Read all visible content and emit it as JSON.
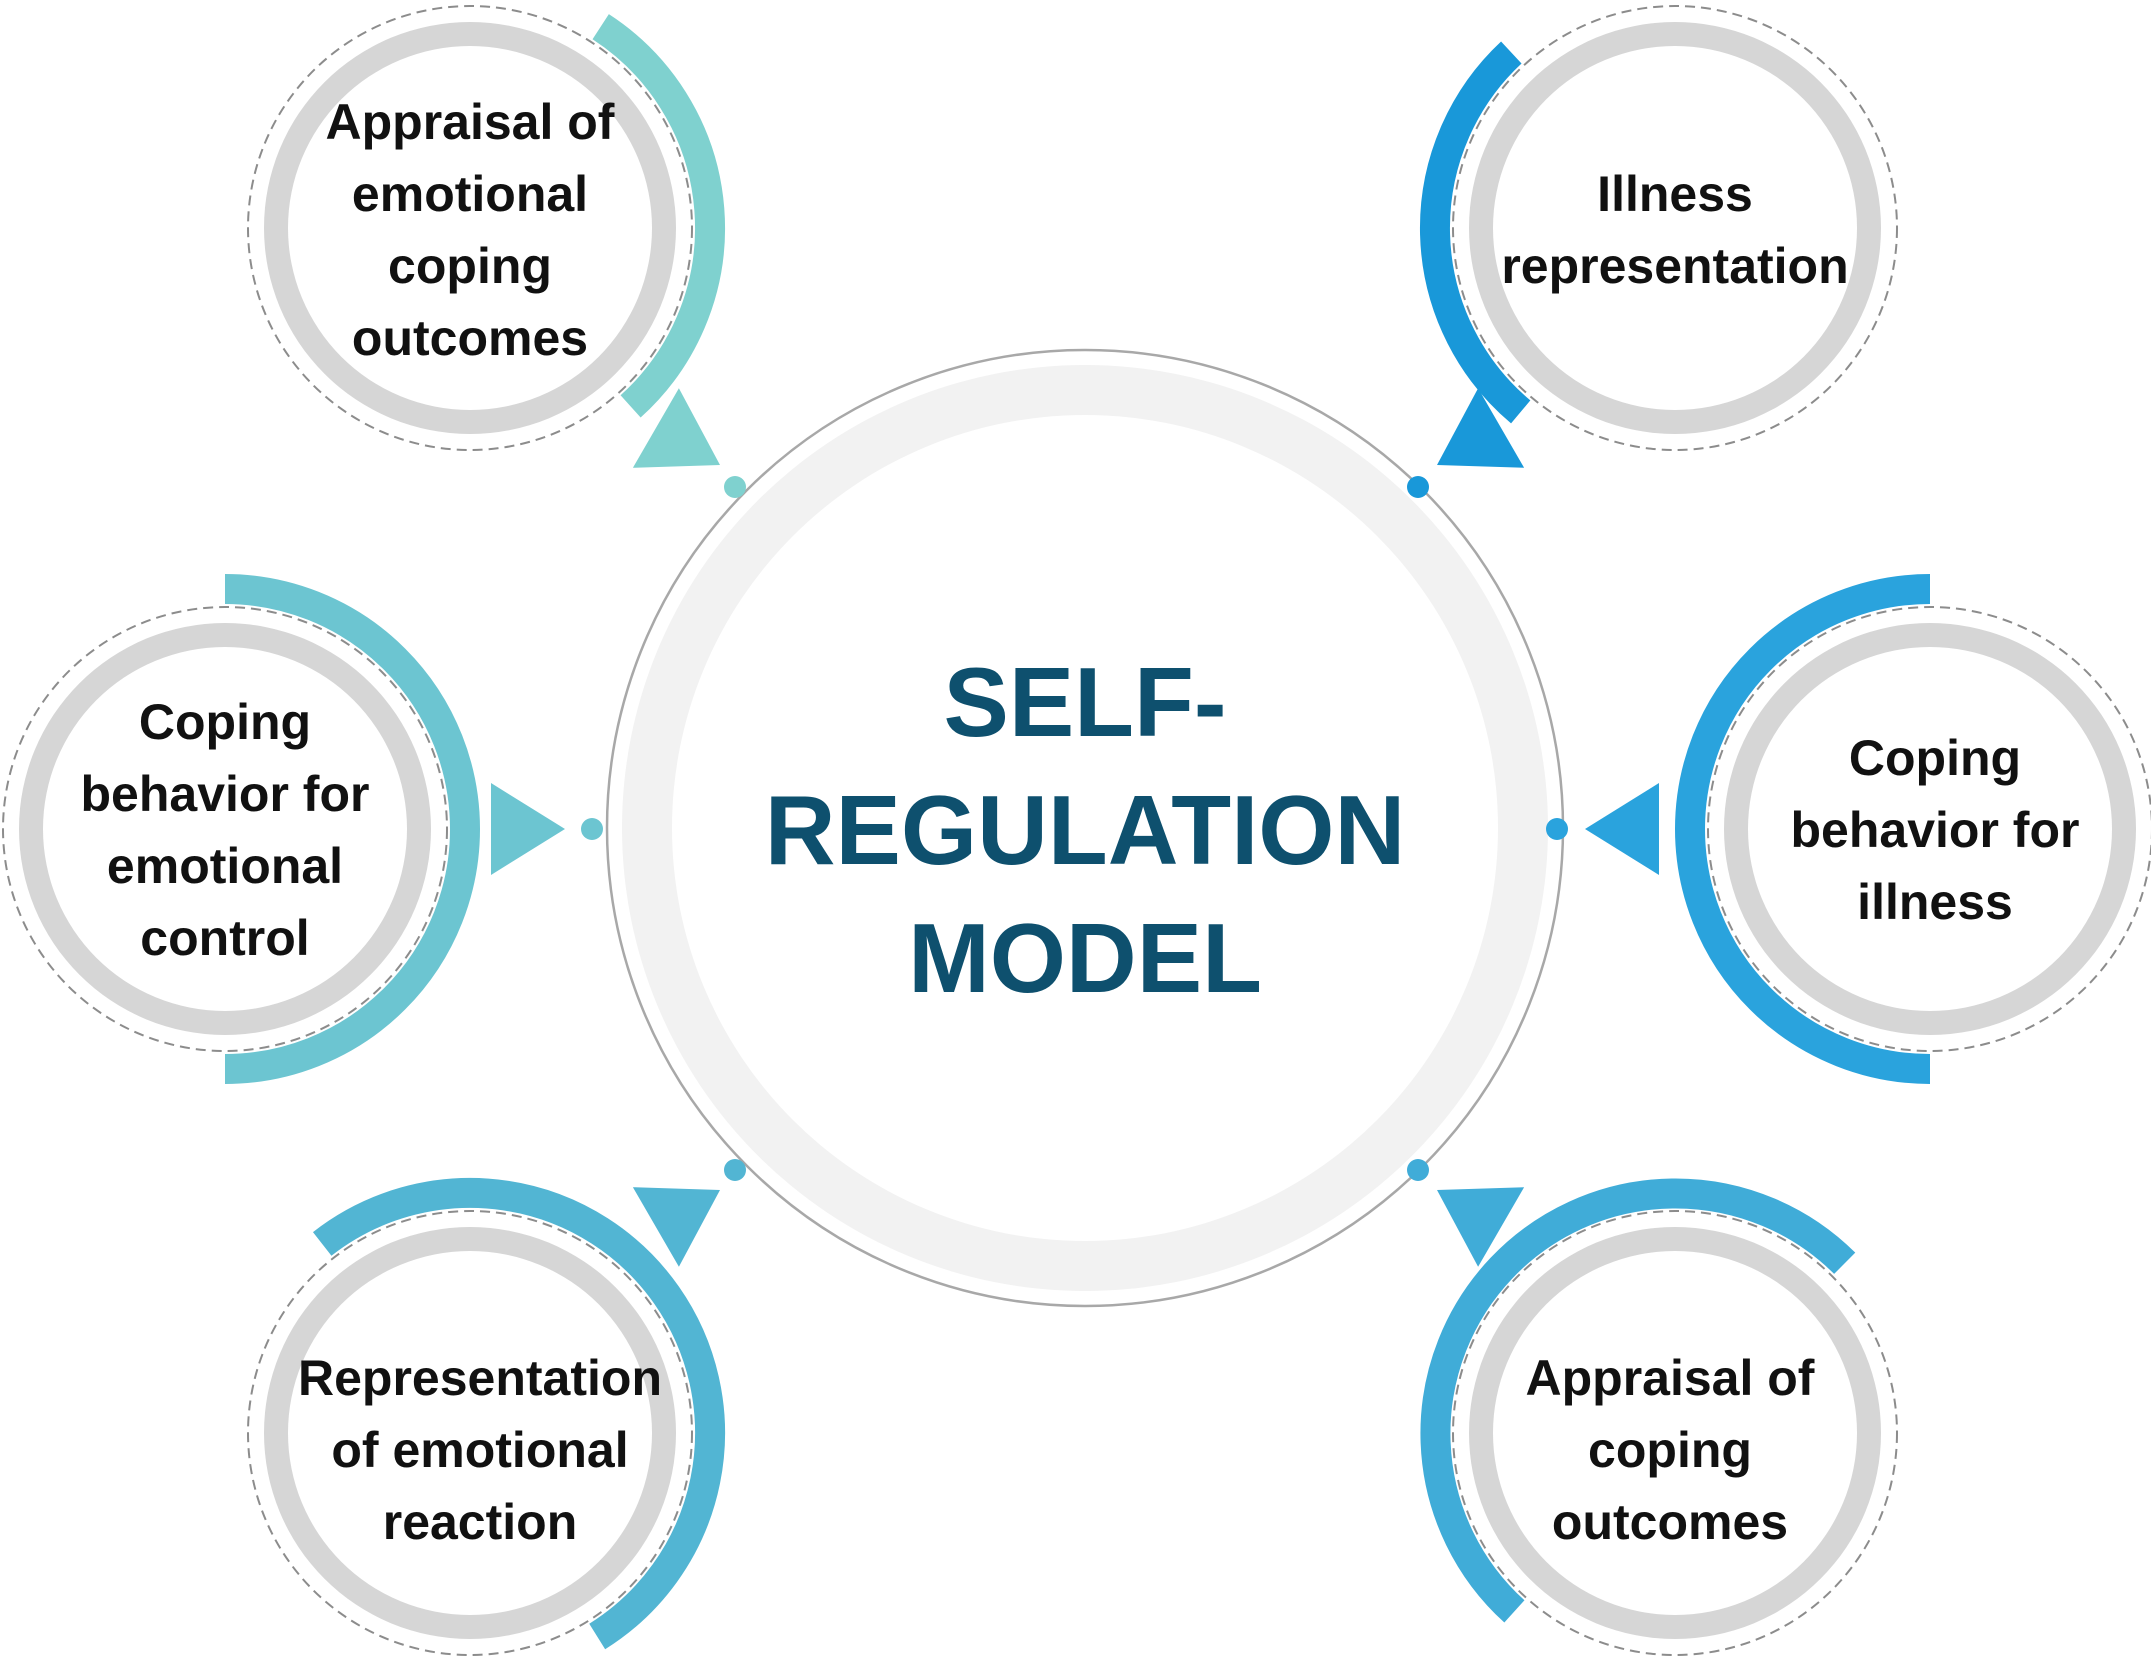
{
  "center": {
    "label": "SELF-\nREGULATION\nMODEL",
    "text_color": "#0e506e"
  },
  "nodes": [
    {
      "id": "appraisal-emotional",
      "label": "Appraisal of\nemotional\ncoping\noutcomes",
      "color": "#7fd1cf",
      "icon": "arrow-right"
    },
    {
      "id": "illness-representation",
      "label": "Illness\nrepresentation",
      "color": "#1998d9",
      "icon": "arrow-left"
    },
    {
      "id": "coping-emotional-control",
      "label": "Coping\nbehavior for\nemotional\ncontrol",
      "color": "#6cc5d1",
      "icon": "arrow-right"
    },
    {
      "id": "coping-illness",
      "label": "Coping\nbehavior for\nillness",
      "color": "#2aa3dd",
      "icon": "arrow-left"
    },
    {
      "id": "representation-emotional-reaction",
      "label": "Representation\nof emotional\nreaction",
      "color": "#52b5d3",
      "icon": "arrow-right"
    },
    {
      "id": "appraisal-coping",
      "label": "Appraisal of\ncoping\noutcomes",
      "color": "#40acd8",
      "icon": "arrow-left"
    }
  ],
  "colors": {
    "ring_gray": "#d6d6d6",
    "center_fill": "#f2f2f2",
    "dash_gray": "#8c8c8c"
  }
}
